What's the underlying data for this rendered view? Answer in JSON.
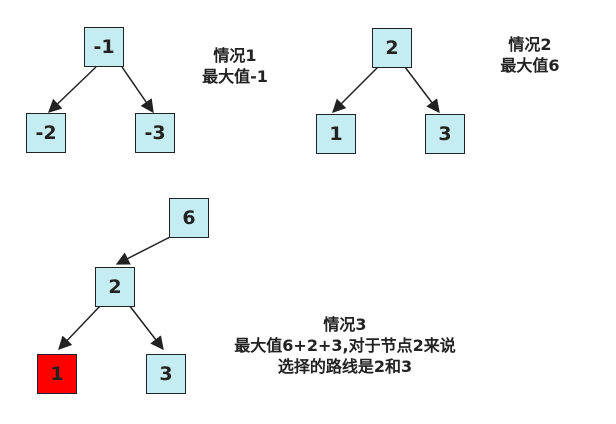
{
  "colors": {
    "node_fill": "#c5ecf1",
    "highlight_fill": "#ff0000",
    "line": "#222222"
  },
  "case1": {
    "nodes": {
      "root": "-1",
      "left": "-2",
      "right": "-3"
    },
    "caption": [
      "情况1",
      "最大值-1"
    ]
  },
  "case2": {
    "nodes": {
      "root": "2",
      "left": "1",
      "right": "3"
    },
    "caption": [
      "情况2",
      "最大值6"
    ]
  },
  "case3": {
    "nodes": {
      "parent": "6",
      "root": "2",
      "left": "1",
      "right": "3"
    },
    "highlighted": "left",
    "caption": [
      "情况3",
      "最大值6+2+3,对于节点2来说",
      "选择的路线是2和3"
    ]
  }
}
